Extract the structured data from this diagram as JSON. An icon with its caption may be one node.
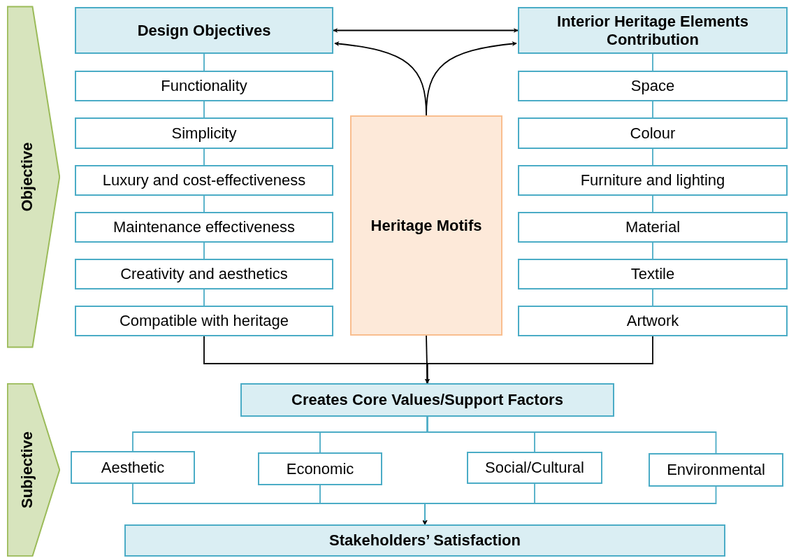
{
  "diagram": {
    "nodes": [
      {
        "text": [
          "Objective"
        ]
      },
      {
        "text": [
          "Design Objectives"
        ]
      },
      {
        "text": [
          "Functionality"
        ]
      },
      {
        "text": [
          "Simplicity"
        ]
      },
      {
        "text": [
          "Luxury and cost-effectiveness"
        ]
      },
      {
        "text": [
          "Maintenance effectiveness"
        ]
      },
      {
        "text": [
          "Creativity and aesthetics"
        ]
      },
      {
        "text": [
          "Compatible with heritage"
        ]
      },
      {
        "text": [
          "Interior Heritage Elements Contribution"
        ]
      },
      {
        "text": [
          "Space"
        ]
      },
      {
        "text": [
          "Colour"
        ]
      },
      {
        "text": [
          "Furniture and lighting"
        ]
      },
      {
        "text": [
          "Material"
        ]
      },
      {
        "text": [
          "Textile"
        ]
      },
      {
        "text": [
          "Artwork"
        ]
      },
      {
        "text": [
          "Heritage Motifs"
        ]
      },
      {
        "text": [
          "Creates Core Values/Support Factors"
        ]
      },
      {
        "text": [
          "Subjective"
        ]
      },
      {
        "text": [
          "Aesthetic"
        ]
      },
      {
        "text": [
          "Economic"
        ]
      },
      {
        "text": [
          "Social/Cultural"
        ]
      },
      {
        "text": [
          "Environmental"
        ]
      },
      {
        "text": [
          "Stakeholders’ Satisfaction"
        ]
      }
    ],
    "edges": [
      {
        "from": 1,
        "to": 8,
        "arrow": "both",
        "color": "#000000"
      },
      {
        "from": 15,
        "to": 1,
        "arrow": "to",
        "color": "#000000"
      },
      {
        "from": 15,
        "to": 8,
        "arrow": "to",
        "color": "#000000"
      },
      {
        "from": 1,
        "to": 2,
        "arrow": "none"
      },
      {
        "from": 2,
        "to": 3,
        "arrow": "none"
      },
      {
        "from": 3,
        "to": 4,
        "arrow": "none"
      },
      {
        "from": 4,
        "to": 5,
        "arrow": "none"
      },
      {
        "from": 5,
        "to": 6,
        "arrow": "none"
      },
      {
        "from": 6,
        "to": 7,
        "arrow": "none"
      },
      {
        "from": 8,
        "to": 9,
        "arrow": "none"
      },
      {
        "from": 9,
        "to": 10,
        "arrow": "none"
      },
      {
        "from": 10,
        "to": 11,
        "arrow": "none"
      },
      {
        "from": 11,
        "to": 12,
        "arrow": "none"
      },
      {
        "from": 12,
        "to": 13,
        "arrow": "none"
      },
      {
        "from": 13,
        "to": 14,
        "arrow": "none"
      },
      {
        "from": 7,
        "to": 16,
        "arrow": "to",
        "color": "#000000"
      },
      {
        "from": 15,
        "to": 16,
        "arrow": "to",
        "color": "#000000"
      },
      {
        "from": 14,
        "to": 16,
        "arrow": "to",
        "color": "#000000"
      },
      {
        "from": 16,
        "to": 18,
        "arrow": "none"
      },
      {
        "from": 16,
        "to": 19,
        "arrow": "none"
      },
      {
        "from": 16,
        "to": 20,
        "arrow": "none"
      },
      {
        "from": 16,
        "to": 21,
        "arrow": "none"
      },
      {
        "from": 18,
        "to": 22,
        "arrow": "to"
      },
      {
        "from": 19,
        "to": 22,
        "arrow": "to"
      },
      {
        "from": 20,
        "to": 22,
        "arrow": "to"
      },
      {
        "from": 21,
        "to": 22,
        "arrow": "to"
      }
    ]
  }
}
